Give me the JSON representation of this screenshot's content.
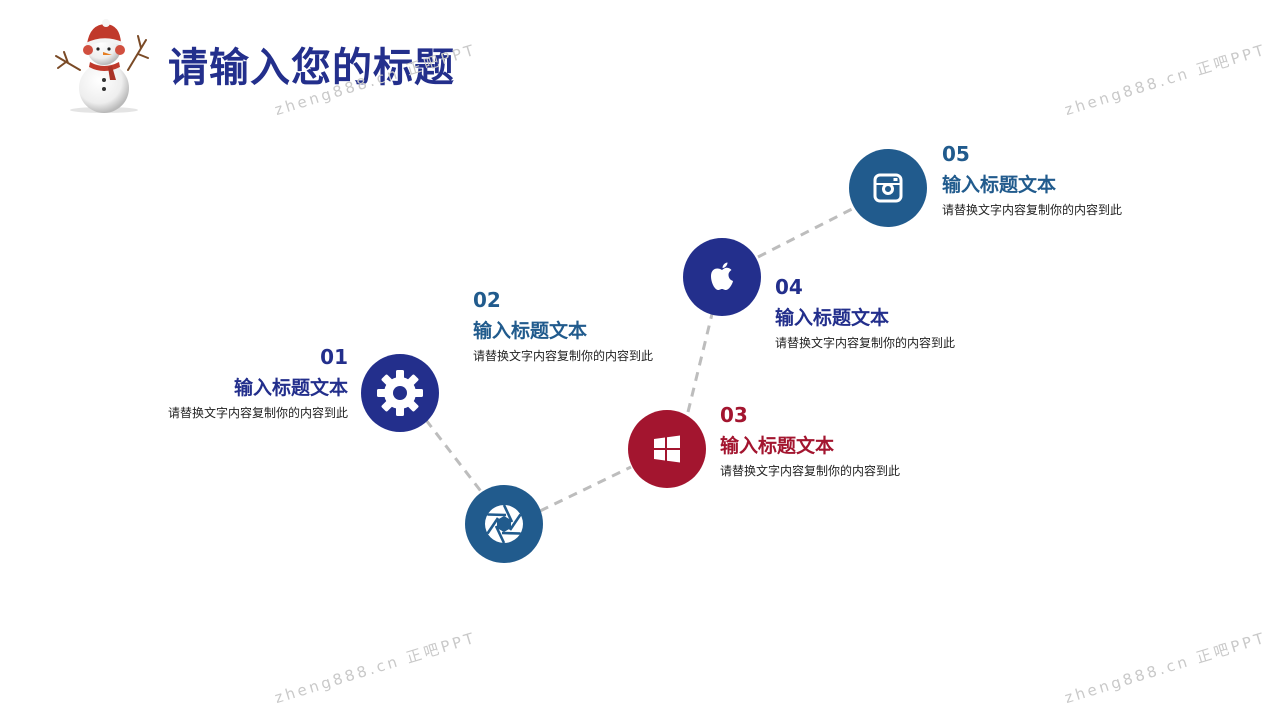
{
  "slide": {
    "title": "请输入您的标题"
  },
  "watermark": {
    "text": "zheng888.cn 正吧PPT"
  },
  "items": [
    {
      "number": "01",
      "heading": "输入标题文本",
      "description": "请替换文字内容复制你的内容到此",
      "icon": "gear-icon",
      "color": "#232f8c"
    },
    {
      "number": "02",
      "heading": "输入标题文本",
      "description": "请替换文字内容复制你的内容到此",
      "icon": "camera-aperture-icon",
      "color": "#215b8d"
    },
    {
      "number": "03",
      "heading": "输入标题文本",
      "description": "请替换文字内容复制你的内容到此",
      "icon": "windows-icon",
      "color": "#a3152f"
    },
    {
      "number": "04",
      "heading": "输入标题文本",
      "description": "请替换文字内容复制你的内容到此",
      "icon": "apple-icon",
      "color": "#232f8c"
    },
    {
      "number": "05",
      "heading": "输入标题文本",
      "description": "请替换文字内容复制你的内容到此",
      "icon": "instagram-icon",
      "color": "#215b8d"
    }
  ],
  "colors": {
    "navy": "#232f8c",
    "blue": "#215b8d",
    "red": "#a3152f",
    "connector": "#bdbdbd"
  }
}
